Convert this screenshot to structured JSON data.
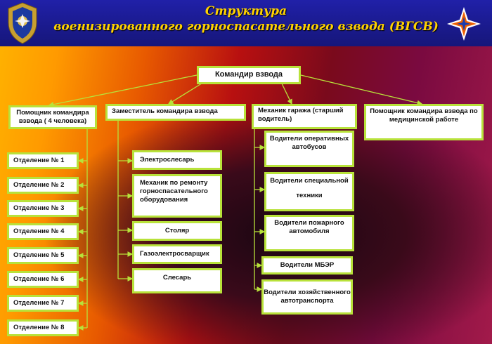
{
  "header": {
    "title_line1": "Структура",
    "title_line2": "военизированного горноспасательного взвода (ВГСВ)"
  },
  "icons": {
    "left": "emblem-icon",
    "right": "mchs-star-icon"
  },
  "colors": {
    "header_bg": "#1a1a8c",
    "title": "#ffd200",
    "connector": "#b8e23a",
    "box_border": "#b8e23a"
  },
  "commander": "Командир взвода",
  "level2": {
    "assistant": "Помощник командира взвода ( 4 человека)",
    "deputy": "Заместитель командира взвода",
    "mechanic": "Механик гаража (старший водитель)",
    "medical": "Помощник командира взвода по медицинской работе"
  },
  "departments": [
    "Отделение № 1",
    "Отделение № 2",
    "Отделение № 3",
    "Отделение № 4",
    "Отделение № 5",
    "Отделение № 6",
    "Отделение № 7",
    "Отделение № 8"
  ],
  "deputy_items": [
    "Электрослесарь",
    "Механик по ремонту горноспасательного оборудования",
    "Столяр",
    "Газоэлектросварщик",
    "Слесарь"
  ],
  "driver_items": {
    "bus": "Водители оперативных автобусов",
    "special_1": "Водители специальной",
    "special_2": "техники",
    "fire": "Водители пожарного автомобиля",
    "mber": "Водители МБЭР",
    "household": "Водители хозяйственного автотранспорта"
  }
}
